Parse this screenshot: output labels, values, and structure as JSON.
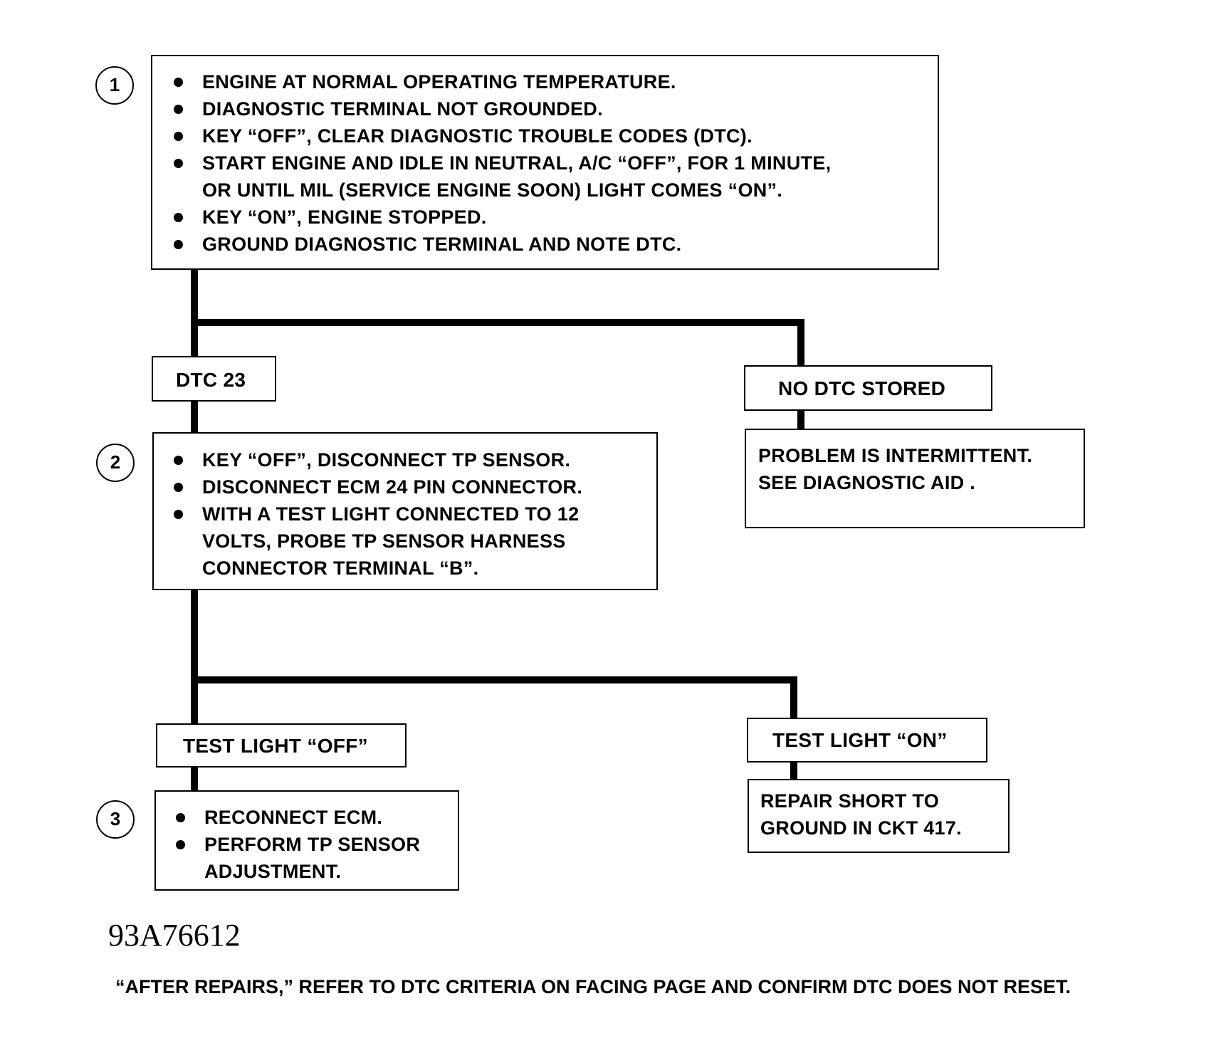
{
  "steps": [
    "1",
    "2",
    "3"
  ],
  "box1": {
    "items": [
      [
        "ENGINE AT NORMAL OPERATING TEMPERATURE."
      ],
      [
        "DIAGNOSTIC TERMINAL NOT GROUNDED."
      ],
      [
        "KEY “OFF”, CLEAR DIAGNOSTIC TROUBLE CODES (DTC)."
      ],
      [
        "START ENGINE AND IDLE IN NEUTRAL, A/C “OFF”, FOR 1 MINUTE,",
        "OR UNTIL MIL (SERVICE ENGINE SOON) LIGHT COMES “ON”."
      ],
      [
        "KEY “ON”, ENGINE STOPPED."
      ],
      [
        "GROUND DIAGNOSTIC TERMINAL AND NOTE DTC."
      ]
    ]
  },
  "dtc23": {
    "label": "DTC 23"
  },
  "no_dtc": {
    "label": "NO DTC STORED",
    "result": [
      "PROBLEM IS INTERMITTENT.",
      "SEE DIAGNOSTIC AID ."
    ]
  },
  "box2": {
    "items": [
      [
        "KEY “OFF”, DISCONNECT TP SENSOR."
      ],
      [
        "DISCONNECT ECM 24 PIN CONNECTOR."
      ],
      [
        "WITH A TEST LIGHT CONNECTED TO 12",
        "VOLTS, PROBE TP SENSOR HARNESS",
        "CONNECTOR TERMINAL “B”."
      ]
    ]
  },
  "light_off": {
    "label": "TEST LIGHT “OFF”"
  },
  "light_on": {
    "label": "TEST LIGHT “ON”",
    "result": [
      "REPAIR SHORT TO",
      "GROUND IN CKT 417."
    ]
  },
  "box3": {
    "items": [
      [
        "RECONNECT ECM."
      ],
      [
        "PERFORM TP SENSOR",
        "ADJUSTMENT."
      ]
    ]
  },
  "figure_id": "93A76612",
  "footer": "“AFTER REPAIRS,” REFER TO DTC CRITERIA ON FACING PAGE AND CONFIRM DTC DOES NOT RESET."
}
